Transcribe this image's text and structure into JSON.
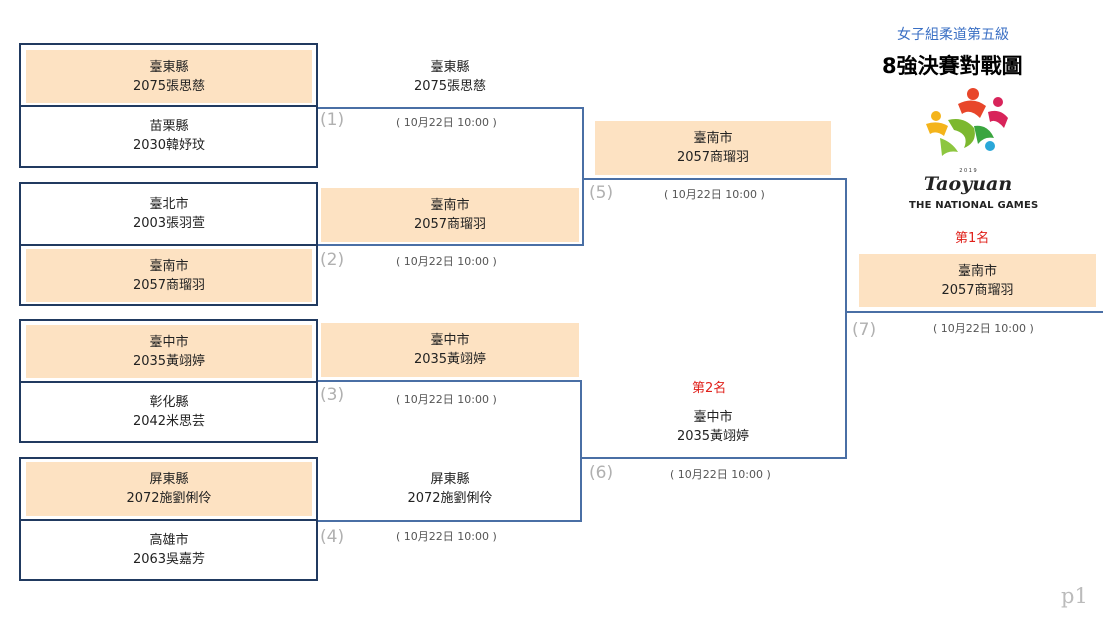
{
  "header": {
    "subtitle": "女子組柔道第五級",
    "title": "8強決賽對戰圖"
  },
  "logo": {
    "wordmark": "Taoyuan",
    "year": "2 0 1 9",
    "caption": "THE NATIONAL GAMES"
  },
  "round1": [
    {
      "county": "臺東縣",
      "name": "2075張思慈",
      "winner": true
    },
    {
      "county": "苗栗縣",
      "name": "2030韓妤玟",
      "winner": false
    },
    {
      "county": "臺北市",
      "name": "2003張羽萱",
      "winner": false
    },
    {
      "county": "臺南市",
      "name": "2057商瑠羽",
      "winner": true
    },
    {
      "county": "臺中市",
      "name": "2035黃翊婷",
      "winner": true
    },
    {
      "county": "彰化縣",
      "name": "2042米思芸",
      "winner": false
    },
    {
      "county": "屏東縣",
      "name": "2072施劉俐伶",
      "winner": true
    },
    {
      "county": "高雄市",
      "name": "2063吳嘉芳",
      "winner": false
    }
  ],
  "round2": [
    {
      "county": "臺東縣",
      "name": "2075張思慈"
    },
    {
      "county": "臺南市",
      "name": "2057商瑠羽"
    },
    {
      "county": "臺中市",
      "name": "2035黃翊婷"
    },
    {
      "county": "屏東縣",
      "name": "2072施劉俐伶"
    }
  ],
  "round3": [
    {
      "county": "臺南市",
      "name": "2057商瑠羽"
    },
    {
      "county": "臺中市",
      "name": "2035黃翊婷"
    }
  ],
  "champion": {
    "county": "臺南市",
    "name": "2057商瑠羽"
  },
  "ranks": {
    "first": "第1名",
    "second": "第2名"
  },
  "matches": [
    {
      "num": "(1)",
      "time": "( 10月22日 10:00 )"
    },
    {
      "num": "(2)",
      "time": "( 10月22日 10:00 )"
    },
    {
      "num": "(3)",
      "time": "( 10月22日 10:00 )"
    },
    {
      "num": "(4)",
      "time": "( 10月22日 10:00 )"
    },
    {
      "num": "(5)",
      "time": "( 10月22日 10:00 )"
    },
    {
      "num": "(6)",
      "time": "( 10月22日 10:00 )"
    },
    {
      "num": "(7)",
      "time": "( 10月22日 10:00 )"
    }
  ],
  "page": "p1",
  "colors": {
    "highlight": "#fde2c2",
    "frame": "#213a60",
    "line": "#4a6fa5",
    "rank": "#e0201a",
    "subtitle": "#3a6fc4"
  }
}
